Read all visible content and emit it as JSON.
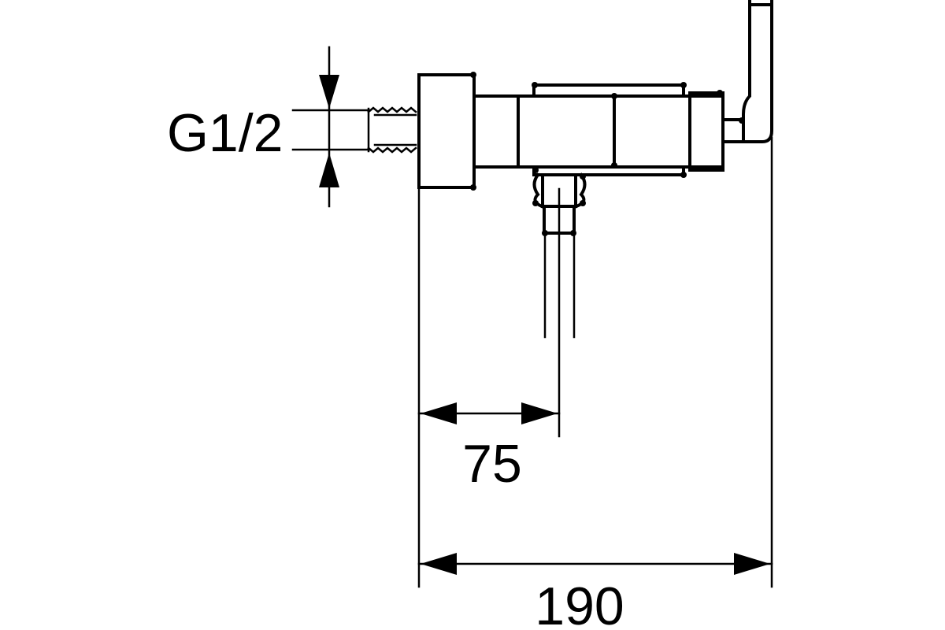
{
  "dimensions": {
    "thread_label": "G1/2",
    "outlet_offset": "75",
    "overall_width": "190"
  },
  "colors": {
    "line": "#000000",
    "background": "#ffffff"
  }
}
